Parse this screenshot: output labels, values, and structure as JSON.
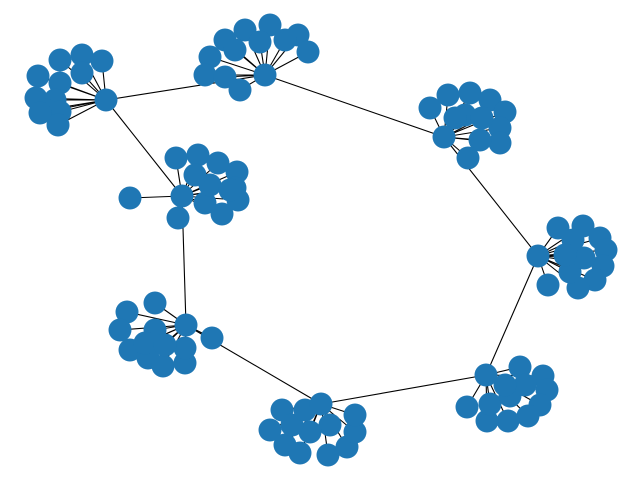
{
  "diagram": {
    "type": "network-graph",
    "node_color": "#1f77b4",
    "edge_color": "#000000",
    "clusters": [
      {
        "id": "A",
        "leaf_count": 12
      },
      {
        "id": "B",
        "leaf_count": 12
      },
      {
        "id": "C",
        "leaf_count": 12
      },
      {
        "id": "D",
        "leaf_count": 12
      },
      {
        "id": "E",
        "leaf_count": 12
      },
      {
        "id": "F",
        "leaf_count": 12
      },
      {
        "id": "G",
        "leaf_count": 12
      },
      {
        "id": "H",
        "leaf_count": 13
      }
    ],
    "hub_links": [
      [
        "A",
        "B"
      ],
      [
        "B",
        "C"
      ],
      [
        "C",
        "D"
      ],
      [
        "D",
        "E"
      ],
      [
        "E",
        "F"
      ],
      [
        "F",
        "G"
      ],
      [
        "G",
        "H"
      ],
      [
        "H",
        "A"
      ]
    ]
  }
}
